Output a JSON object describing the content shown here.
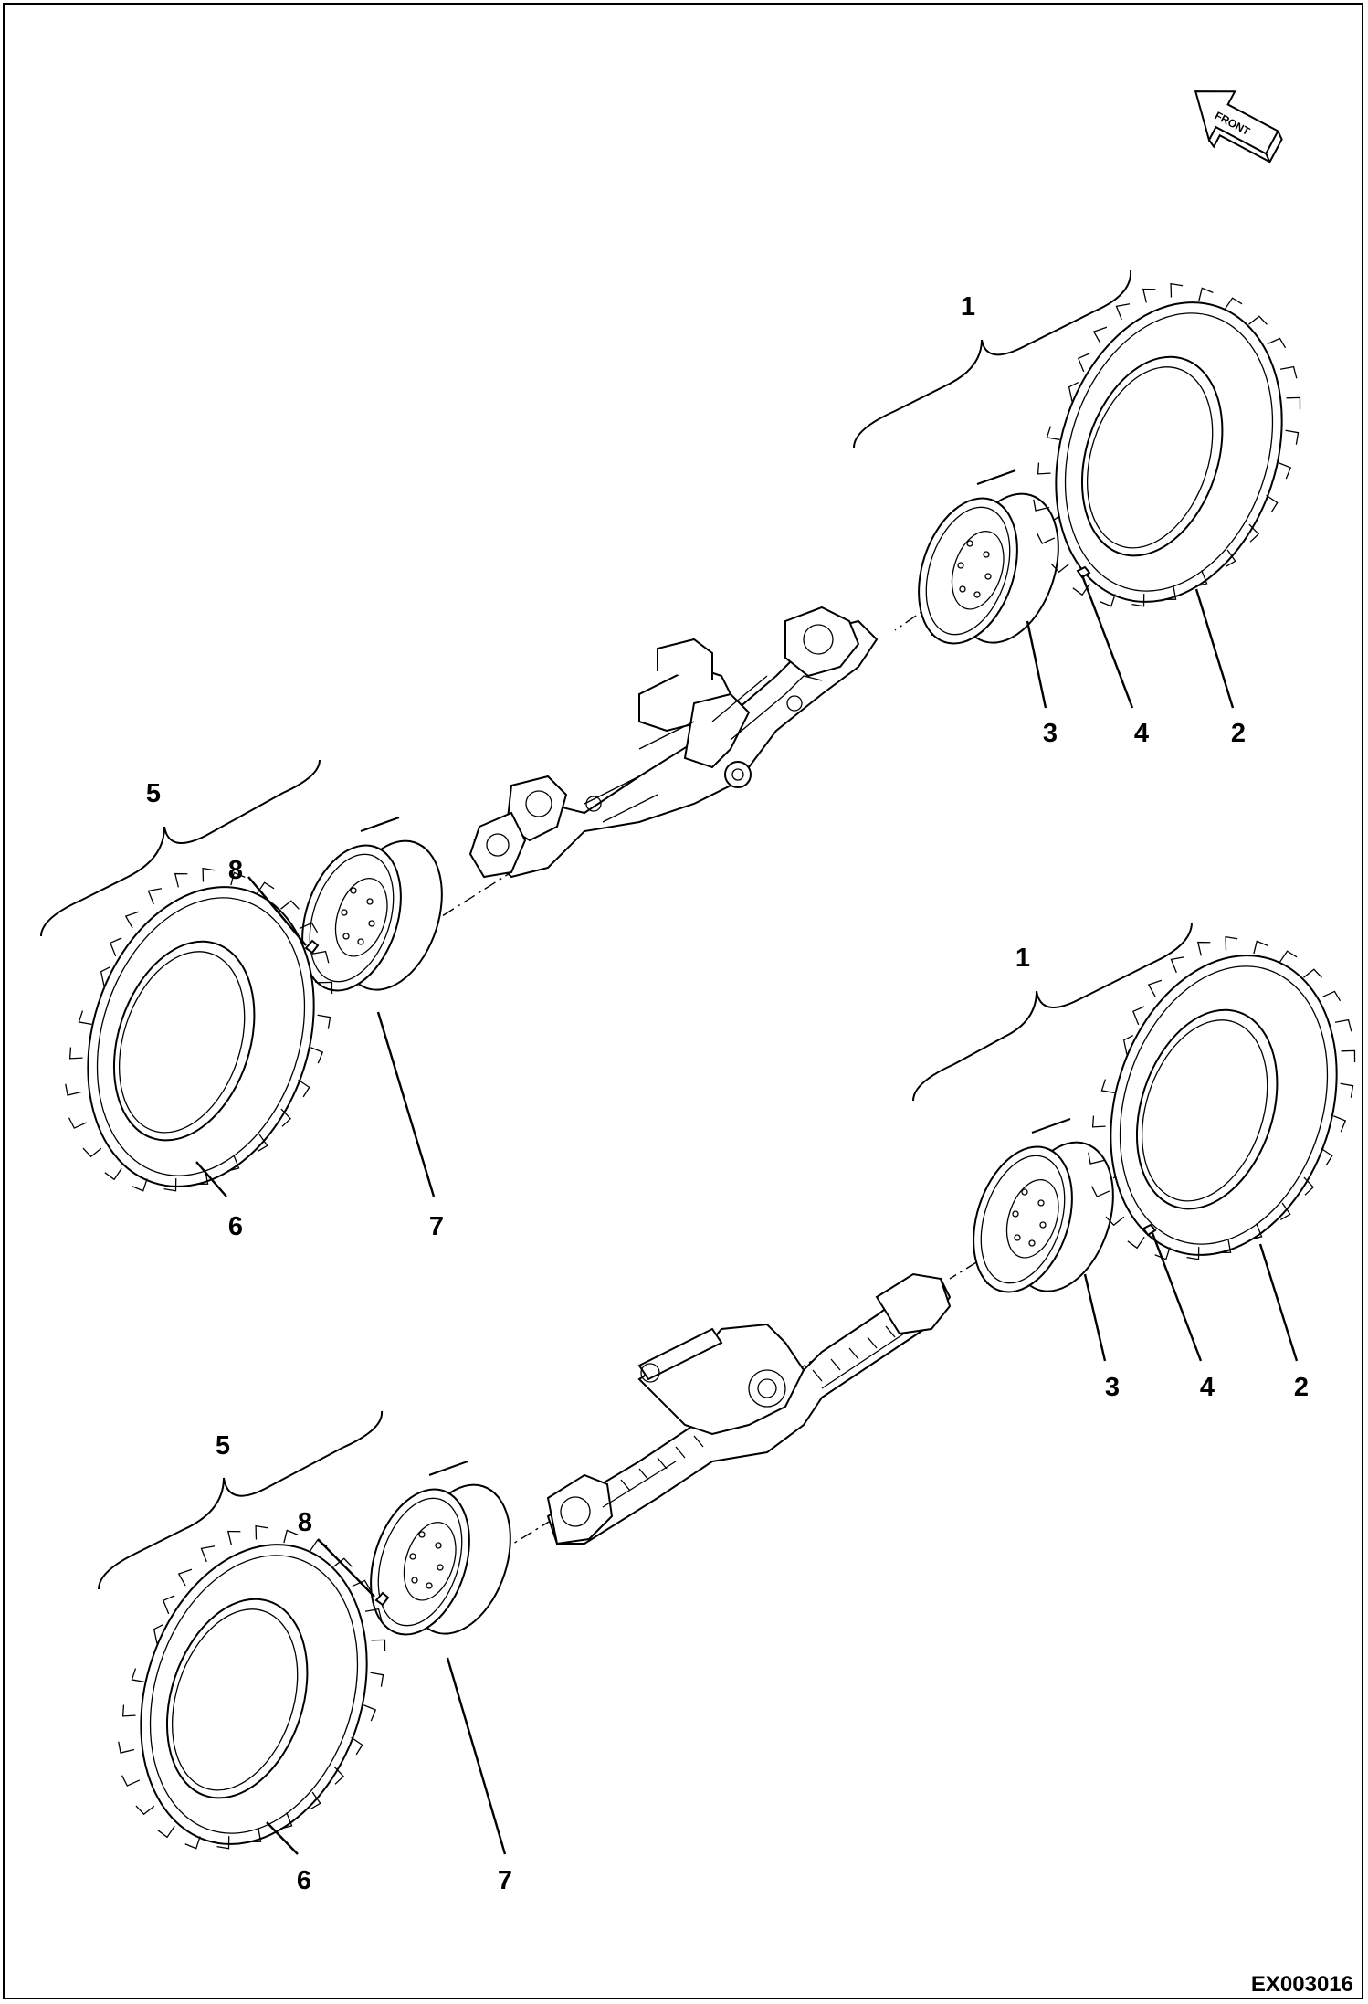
{
  "figure": {
    "id_label": "EX003016",
    "direction_label": "FRONT"
  },
  "callouts": {
    "axle_top": {
      "wheel_assembly_right": "1",
      "tire_right": "2",
      "rim_right": "3",
      "valve_right": "4",
      "wheel_assembly_left": "5",
      "tire_left": "6",
      "rim_left": "7",
      "valve_left": "8"
    },
    "axle_bottom": {
      "wheel_assembly_right": "1",
      "tire_right": "2",
      "rim_right": "3",
      "valve_right": "4",
      "wheel_assembly_left": "5",
      "tire_left": "6",
      "rim_left": "7",
      "valve_left": "8"
    }
  }
}
